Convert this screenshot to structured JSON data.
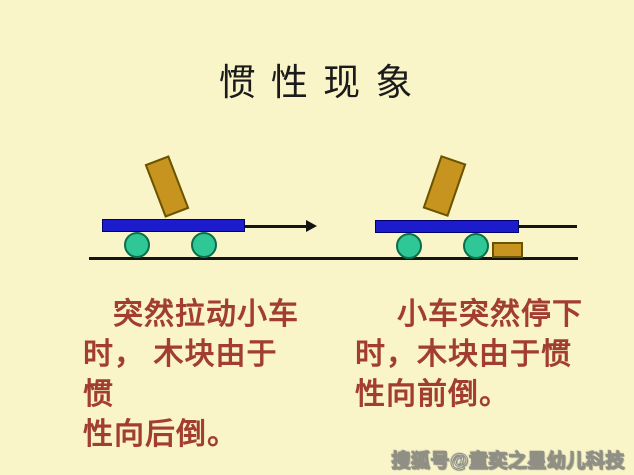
{
  "colors": {
    "bg": "#F9F5C9",
    "title-ink": "#1B1B1B",
    "caption-ink": "#A23D33",
    "platform-fill": "#1C1CCD",
    "platform-edge": "#00006E",
    "wheel-fill": "#2EC795",
    "wheel-edge": "#0B6E4B",
    "block-fill": "#C79420",
    "block-edge": "#6B5400",
    "line-ink": "#141414",
    "watermark-ink": "#FFFFFF",
    "watermark-edge": "#8F8F85"
  },
  "title": {
    "text": "惯 性 现 象"
  },
  "diagram_left": {
    "motion_arrow_icon": "right-arrow",
    "caption_line1": "突然拉动小车",
    "caption_line2": "时， 木块由于惯",
    "caption_line3": "性向后倒。"
  },
  "diagram_right": {
    "caption_line1": "小车突然停下",
    "caption_line2": "时，木块由于惯",
    "caption_line3": "性向前倒。"
  },
  "watermark": {
    "text": "搜狐号@童奕之星幼儿科技"
  }
}
